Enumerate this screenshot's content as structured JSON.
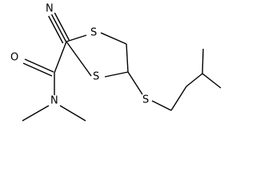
{
  "structure": {
    "atoms": {
      "cyano_n": "N",
      "carbonyl_o": "O",
      "ring_s_top": "S",
      "ring_s_bottom": "S",
      "amide_n": "N",
      "thioether_s": "S"
    }
  }
}
